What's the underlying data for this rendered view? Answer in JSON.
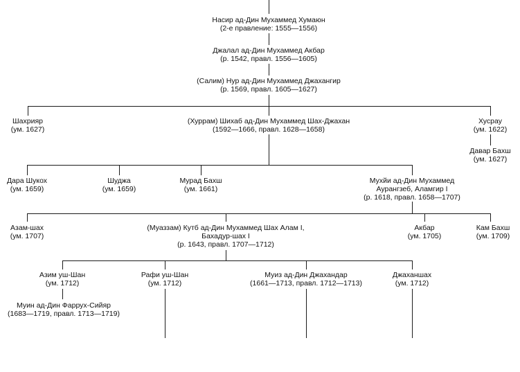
{
  "colors": {
    "line": "#1a1a1a",
    "text": "#111111",
    "background": "#ffffff"
  },
  "nodes": {
    "humayun": {
      "line1": "Насир ад-Дин Мухаммед Хумаюн",
      "line2": "(2-е правление: 1555—1556)"
    },
    "akbar": {
      "line1": "Джалал ад-Дин Мухаммед Акбар",
      "line2": "(р. 1542, правл. 1556—1605)"
    },
    "jahangir": {
      "line1": "(Салим) Нур ад-Дин Мухаммед Джахангир",
      "line2": "(р. 1569, правл. 1605—1627)"
    },
    "shahriyar": {
      "line1": "Шахрияр",
      "line2": "(ум. 1627)"
    },
    "shah_jahan": {
      "line1": "(Хуррам) Шихаб ад-Дин Мухаммед Шах-Джахан",
      "line2": "(1592—1666, правл. 1628—1658)"
    },
    "khusrau": {
      "line1": "Хусрау",
      "line2": "(ум. 1622)"
    },
    "dawar_bakhsh": {
      "line1": "Давар Бахш",
      "line2": "(ум. 1627)"
    },
    "dara_shukoh": {
      "line1": "Дара Шукох",
      "line2": "(ум. 1659)"
    },
    "shuja": {
      "line1": "Шуджа",
      "line2": "(ум. 1659)"
    },
    "murad_bakhsh": {
      "line1": "Мурад Бахш",
      "line2": "(ум. 1661)"
    },
    "aurangzeb": {
      "line1": "Мухйи ад-Дин Мухаммед",
      "line2": "Аурангзеб, Аламгир I",
      "line3": "(р. 1618, правл. 1658—1707)"
    },
    "azam_shah": {
      "line1": "Азам-шах",
      "line2": "(ум. 1707)"
    },
    "bahadur_shah": {
      "line1": "(Муаззам) Кутб ад-Дин Мухаммед Шах Алам I,",
      "line2": "Бахадур-шах I",
      "line3": "(р. 1643, правл. 1707—1712)"
    },
    "akbar2": {
      "line1": "Акбар",
      "line2": "(ум. 1705)"
    },
    "kam_bakhsh": {
      "line1": "Кам Бахш",
      "line2": "(ум. 1709)"
    },
    "azim_ush_shan": {
      "line1": "Азим уш-Шан",
      "line2": "(ум. 1712)"
    },
    "rafi_ush_shan": {
      "line1": "Рафи уш-Шан",
      "line2": "(ум. 1712)"
    },
    "jahandar": {
      "line1": "Муиз ад-Дин Джахандар",
      "line2": "(1661—1713, правл. 1712—1713)"
    },
    "jahan_shah": {
      "line1": "Джаханшах",
      "line2": "(ум. 1712)"
    },
    "farrukhsiyar": {
      "line1": "Муин ад-Дин Фаррух-Сийяр",
      "line2": "(1683—1719, правл. 1713—1719)"
    }
  }
}
